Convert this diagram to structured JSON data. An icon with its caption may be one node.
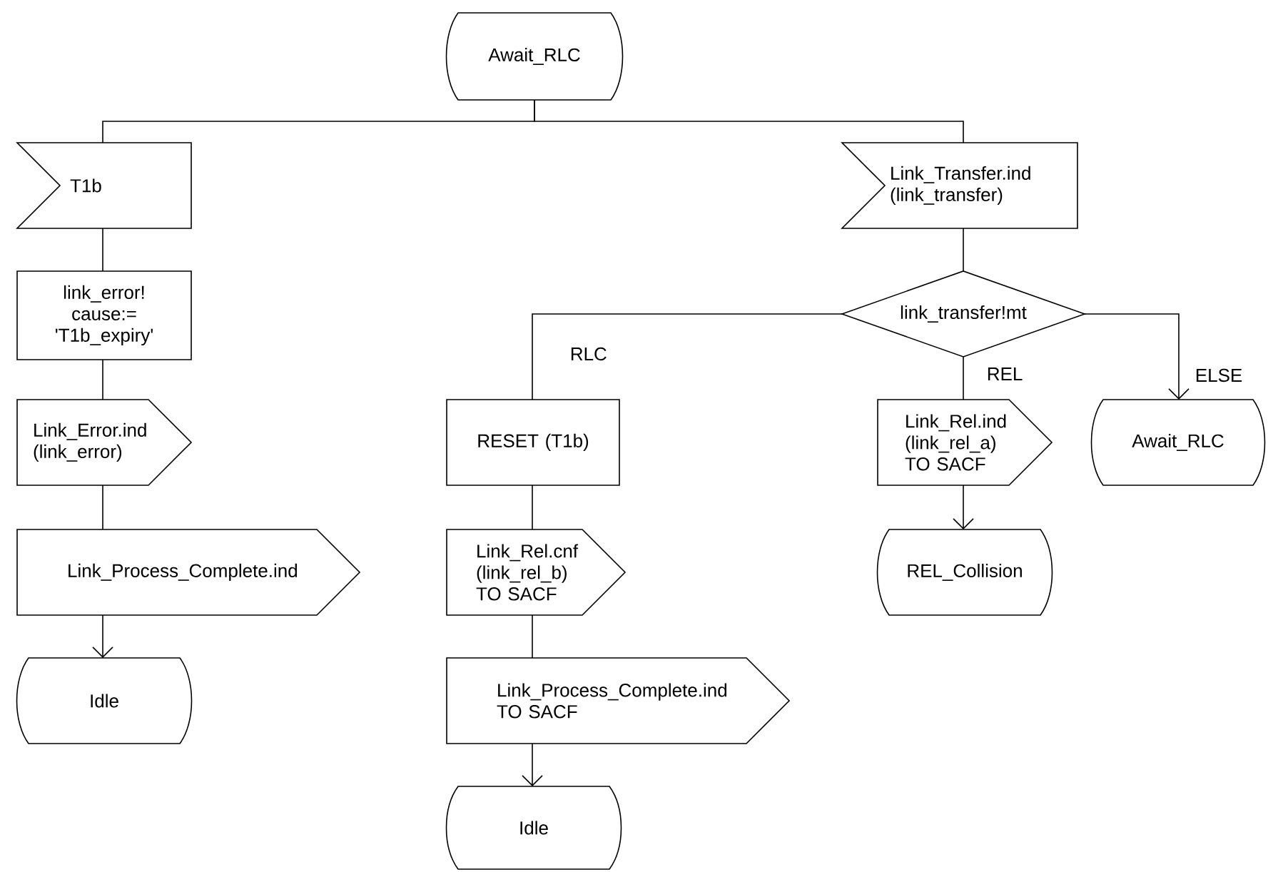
{
  "diagram": {
    "nodes": [
      {
        "text": [
          "Await_RLC"
        ]
      },
      {
        "text": [
          "T1b"
        ]
      },
      {
        "text": [
          "link_error! cause:= 'T1b_expiry'"
        ]
      },
      {
        "text": [
          "Link_Error.ind (link_error)"
        ]
      },
      {
        "text": [
          "Link_Process_Complete.ind"
        ]
      },
      {
        "text": [
          "Idle"
        ]
      },
      {
        "text": [
          "Link_Transfer.ind (link_transfer)"
        ]
      },
      {
        "text": [
          "link_transfer!mt"
        ]
      },
      {
        "text": [
          "RESET (T1b)"
        ]
      },
      {
        "text": [
          "Link_Rel.cnf (link_rel_b) TO SACF"
        ]
      },
      {
        "text": [
          "Link_Process_Complete.ind TO SACF"
        ]
      },
      {
        "text": [
          "Idle"
        ]
      },
      {
        "text": [
          "Link_Rel.ind (link_rel_a) TO SACF"
        ]
      },
      {
        "text": [
          "REL_Collision"
        ]
      },
      {
        "text": [
          "Await_RLC"
        ]
      }
    ],
    "edges": [
      {
        "from": 0,
        "to": 1,
        "arrow": "none"
      },
      {
        "from": 0,
        "to": 6,
        "arrow": "none"
      },
      {
        "from": 1,
        "to": 2,
        "arrow": "none"
      },
      {
        "from": 2,
        "to": 3,
        "arrow": "none"
      },
      {
        "from": 3,
        "to": 4,
        "arrow": "none"
      },
      {
        "from": 4,
        "to": 5,
        "arrow": "to"
      },
      {
        "from": 6,
        "to": 7,
        "arrow": "none"
      },
      {
        "from": 7,
        "to": 8,
        "arrow": "none",
        "label": "RLC"
      },
      {
        "from": 7,
        "to": 12,
        "arrow": "none",
        "label": "REL"
      },
      {
        "from": 7,
        "to": 14,
        "arrow": "to",
        "label": "ELSE"
      },
      {
        "from": 8,
        "to": 9,
        "arrow": "none"
      },
      {
        "from": 9,
        "to": 10,
        "arrow": "none"
      },
      {
        "from": 10,
        "to": 11,
        "arrow": "to"
      },
      {
        "from": 12,
        "to": 13,
        "arrow": "to"
      }
    ]
  }
}
